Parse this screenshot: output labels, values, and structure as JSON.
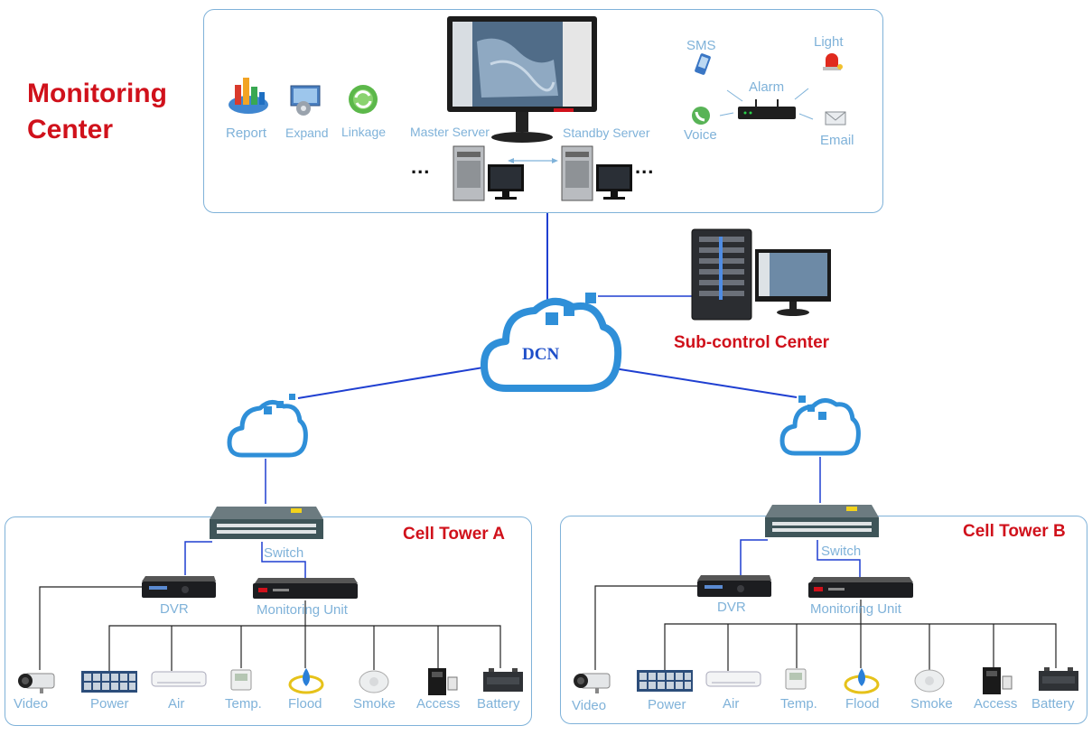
{
  "monitoring_center": {
    "title_line1": "Monitoring",
    "title_line2": "Center",
    "tools": [
      "Report",
      "Expand",
      "Linkage"
    ],
    "master_server": "Master Server",
    "standby_server": "Standby Server",
    "ellipsis_left": "...",
    "ellipsis_right": "...",
    "alarm": {
      "center": "Alarm",
      "sms": "SMS",
      "light": "Light",
      "voice": "Voice",
      "email": "Email"
    }
  },
  "network": {
    "dcn": "DCN",
    "sub_control_center": "Sub-control Center"
  },
  "tower_a": {
    "title": "Cell Tower A",
    "switch": "Switch",
    "dvr": "DVR",
    "monitoring_unit": "Monitoring Unit",
    "devices": [
      "Video",
      "Power",
      "Air",
      "Temp.",
      "Flood",
      "Smoke",
      "Access",
      "Battery"
    ]
  },
  "tower_b": {
    "title": "Cell Tower B",
    "switch": "Switch",
    "dvr": "DVR",
    "monitoring_unit": "Monitoring Unit",
    "devices": [
      "Video",
      "Power",
      "Air",
      "Temp.",
      "Flood",
      "Smoke",
      "Access",
      "Battery"
    ]
  },
  "colors": {
    "label_blue": "#7fb2d9",
    "title_red": "#d0111b",
    "link_blue": "#1f3fd1",
    "cloud_blue": "#2f8fd8"
  }
}
